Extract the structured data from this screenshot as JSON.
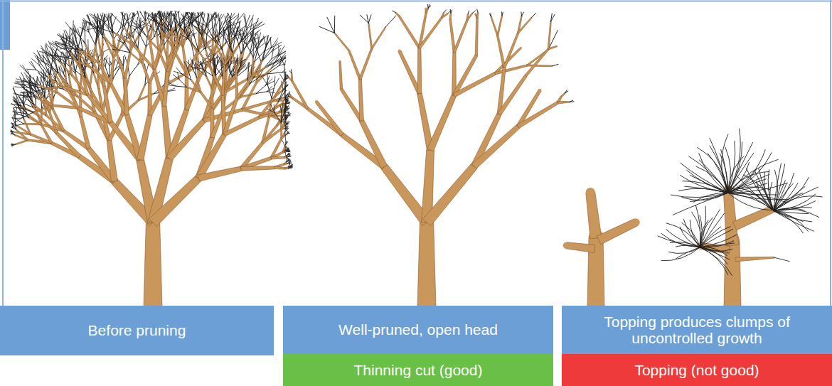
{
  "diagram": {
    "nodes": [
      {
        "text": [
          "Before pruning"
        ]
      },
      {
        "text": [
          "Well-pruned, open head"
        ]
      },
      {
        "text": [
          "Topping produces clumps of uncontrolled growth"
        ]
      },
      {
        "text": [
          "Thinning cut (good)"
        ]
      },
      {
        "text": [
          "Topping (not good)"
        ]
      }
    ]
  }
}
